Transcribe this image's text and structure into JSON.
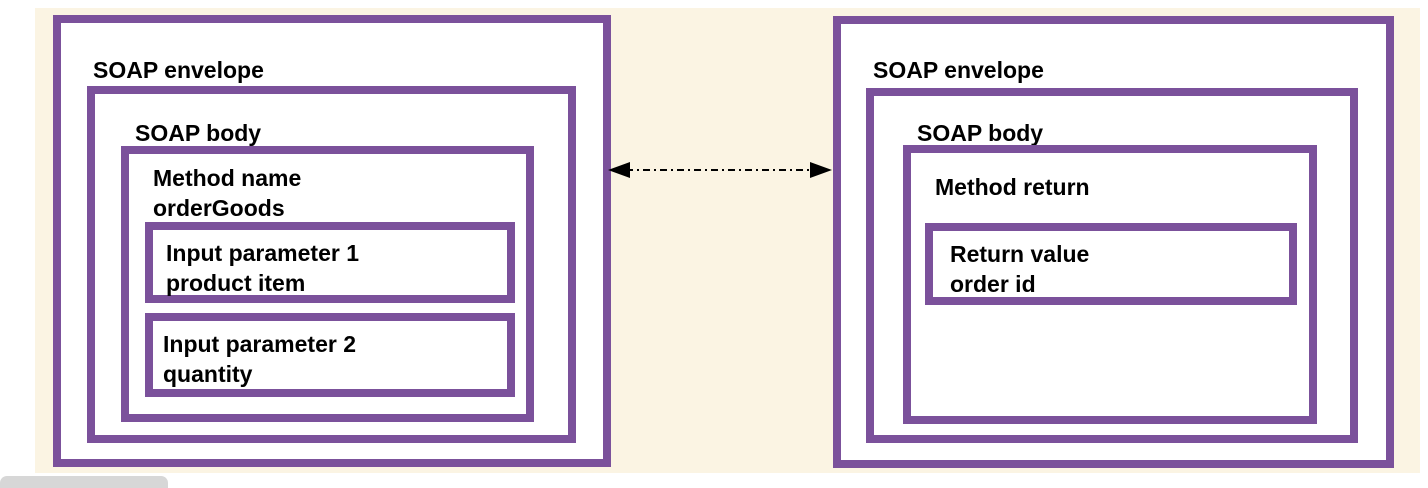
{
  "colors": {
    "frame": "#7b519b",
    "panel": "#fbf4e3",
    "box": "#ffffff",
    "text": "#000000"
  },
  "request": {
    "envelope": "SOAP envelope",
    "body": "SOAP body",
    "method_line1": "Method name",
    "method_line2": "orderGoods",
    "param1_line1": "Input parameter 1",
    "param1_line2": "product item",
    "param2_line1": "Input parameter 2",
    "param2_line2": "quantity"
  },
  "response": {
    "envelope": "SOAP envelope",
    "body": "SOAP body",
    "method": "Method return",
    "return_line1": "Return value",
    "return_line2": "order id"
  },
  "connector": {
    "style": "dash-dot",
    "direction": "bidirectional"
  }
}
